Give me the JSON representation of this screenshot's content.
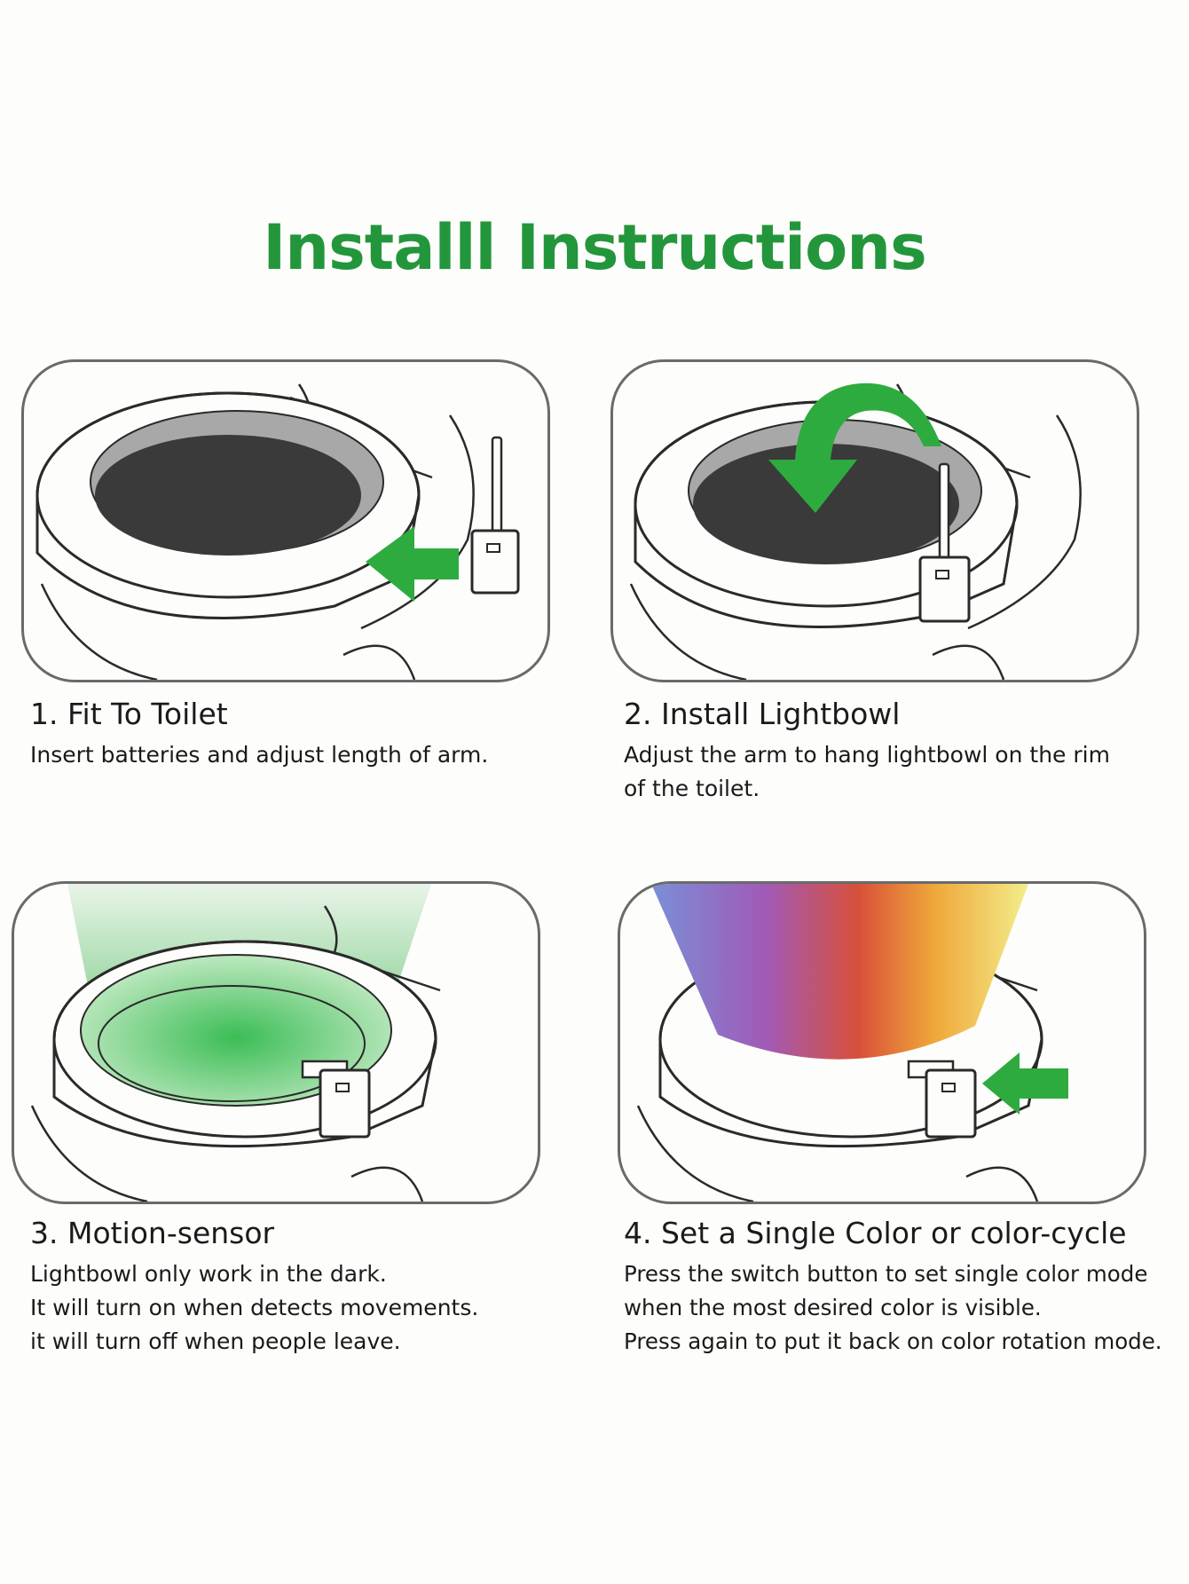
{
  "title": "Installl Instructions",
  "colors": {
    "accent_green": "#23963c",
    "outline": "#6a6a6a",
    "bowl_dark": "#3a3a3a",
    "bowl_grey": "#a8a8a8"
  },
  "steps": [
    {
      "title": "1. Fit To Toilet",
      "lines": [
        "Insert batteries and adjust length of arm."
      ]
    },
    {
      "title": "2. Install Lightbowl",
      "lines": [
        "Adjust the arm to hang lightbowl on the rim",
        "of the toilet."
      ]
    },
    {
      "title": "3. Motion-sensor",
      "lines": [
        "Lightbowl only work in the dark.",
        "It will turn on when detects movements.",
        "it will turn off when people leave."
      ]
    },
    {
      "title": "4. Set a Single Color or color-cycle",
      "lines": [
        "Press the switch button to set single color mode",
        "when the most desired color is visible.",
        "Press again to put it back on color rotation mode."
      ]
    }
  ]
}
